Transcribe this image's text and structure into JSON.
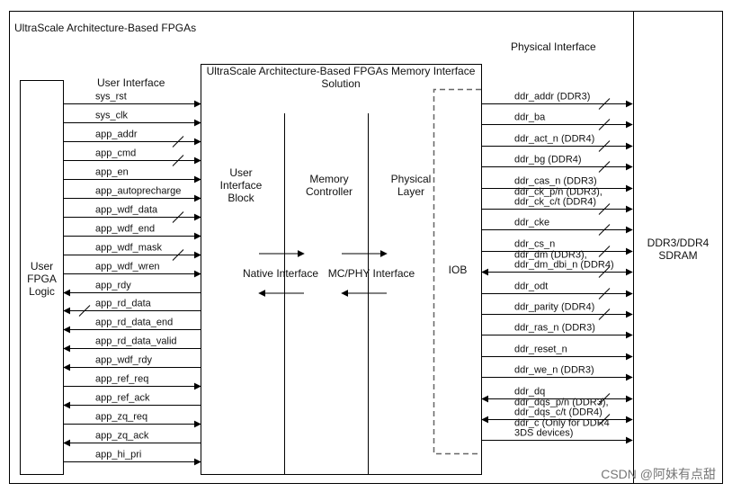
{
  "colors": {
    "line": "#000000",
    "dashed": "#666666",
    "watermark": "#777777"
  },
  "outer_title": "UltraScale Architecture-Based FPGAs",
  "physical_interface_title": "Physical Interface",
  "solution_title_line1": "UltraScale Architecture-Based FPGAs Memory Interface",
  "solution_title_line2": "Solution",
  "user_interface_title": "User Interface",
  "user_logic_label": [
    "User",
    "FPGA",
    "Logic"
  ],
  "uib_label": [
    "User",
    "Interface",
    "Block"
  ],
  "mc_label": [
    "Memory",
    "Controller"
  ],
  "phy_label": [
    "Physical",
    "Layer"
  ],
  "native_interface": "Native Interface",
  "mcphy_interface": "MC/PHY Interface",
  "iob": "IOB",
  "sdram_label": [
    "DDR3/DDR4",
    "SDRAM"
  ],
  "watermark": "CSDN @阿妹有点甜",
  "user_signals": [
    {
      "name": "sys_rst",
      "dir": "out",
      "bus": false
    },
    {
      "name": "sys_clk",
      "dir": "out",
      "bus": false
    },
    {
      "name": "app_addr",
      "dir": "out",
      "bus": true
    },
    {
      "name": "app_cmd",
      "dir": "out",
      "bus": true
    },
    {
      "name": "app_en",
      "dir": "out",
      "bus": false
    },
    {
      "name": "app_autoprecharge",
      "dir": "out",
      "bus": false
    },
    {
      "name": "app_wdf_data",
      "dir": "out",
      "bus": true
    },
    {
      "name": "app_wdf_end",
      "dir": "out",
      "bus": false
    },
    {
      "name": "app_wdf_mask",
      "dir": "out",
      "bus": true
    },
    {
      "name": "app_wdf_wren",
      "dir": "out",
      "bus": false
    },
    {
      "name": "app_rdy",
      "dir": "in",
      "bus": false
    },
    {
      "name": "app_rd_data",
      "dir": "in",
      "bus": true
    },
    {
      "name": "app_rd_data_end",
      "dir": "in",
      "bus": false
    },
    {
      "name": "app_rd_data_valid",
      "dir": "in",
      "bus": false
    },
    {
      "name": "app_wdf_rdy",
      "dir": "in",
      "bus": false
    },
    {
      "name": "app_ref_req",
      "dir": "out",
      "bus": false
    },
    {
      "name": "app_ref_ack",
      "dir": "in",
      "bus": false
    },
    {
      "name": "app_zq_req",
      "dir": "out",
      "bus": false
    },
    {
      "name": "app_zq_ack",
      "dir": "in",
      "bus": false
    },
    {
      "name": "app_hi_pri",
      "dir": "out",
      "bus": false
    }
  ],
  "phy_signals": [
    {
      "lines": [
        "ddr_addr (DDR3)"
      ],
      "dir": "out",
      "bus": true
    },
    {
      "lines": [
        "ddr_ba"
      ],
      "dir": "out",
      "bus": true
    },
    {
      "lines": [
        "ddr_act_n (DDR4)"
      ],
      "dir": "out",
      "bus": true
    },
    {
      "lines": [
        "ddr_bg (DDR4)"
      ],
      "dir": "out",
      "bus": true
    },
    {
      "lines": [
        "ddr_cas_n (DDR3)"
      ],
      "dir": "out",
      "bus": false
    },
    {
      "lines": [
        "ddr_ck_p/n (DDR3),",
        "ddr_ck_c/t (DDR4)"
      ],
      "dir": "out",
      "bus": true
    },
    {
      "lines": [
        "ddr_cke"
      ],
      "dir": "out",
      "bus": true
    },
    {
      "lines": [
        "ddr_cs_n"
      ],
      "dir": "out",
      "bus": true
    },
    {
      "lines": [
        "ddr_dm (DDR3),",
        "ddr_dm_dbi_n (DDR4)"
      ],
      "dir": "bi",
      "bus": true
    },
    {
      "lines": [
        "ddr_odt"
      ],
      "dir": "out",
      "bus": true
    },
    {
      "lines": [
        "ddr_parity (DDR4)"
      ],
      "dir": "out",
      "bus": true
    },
    {
      "lines": [
        "ddr_ras_n (DDR3)"
      ],
      "dir": "out",
      "bus": false
    },
    {
      "lines": [
        "ddr_reset_n"
      ],
      "dir": "out",
      "bus": false
    },
    {
      "lines": [
        "ddr_we_n (DDR3)"
      ],
      "dir": "out",
      "bus": false
    },
    {
      "lines": [
        "ddr_dq"
      ],
      "dir": "bi",
      "bus": true
    },
    {
      "lines": [
        "ddr_dqs_p/n (DDR3),",
        "ddr_dqs_c/t (DDR4)"
      ],
      "dir": "bi",
      "bus": true
    },
    {
      "lines": [
        "ddr_c (Only for DDR4",
        "3DS devices)"
      ],
      "dir": "out",
      "bus": false
    }
  ]
}
